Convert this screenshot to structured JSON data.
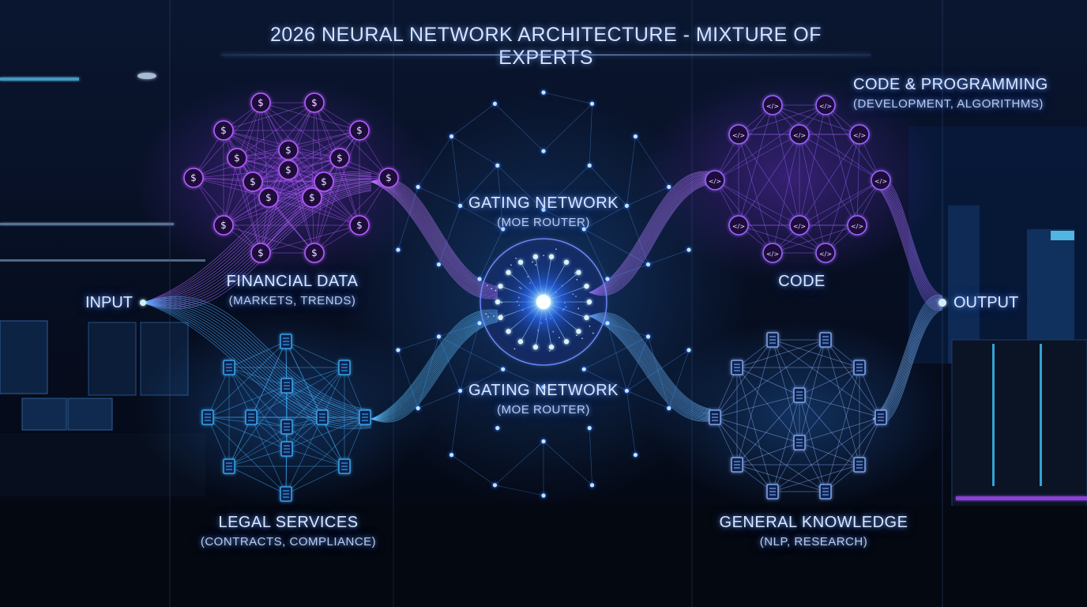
{
  "title": "2026 NEURAL NETWORK ARCHITECTURE - MIXTURE OF EXPERTS",
  "input_label": "INPUT",
  "output_label": "OUTPUT",
  "gating_top": {
    "title": "GATING NETWORK",
    "subtitle": "(MOE ROUTER)"
  },
  "gating_bottom": {
    "title": "GATING NETWORK",
    "subtitle": "(MOE ROUTER)"
  },
  "experts": {
    "financial": {
      "title": "FINANCIAL DATA",
      "subtitle": "(MARKETS, TRENDS)",
      "node_glyph": "$",
      "color": "#b45cff"
    },
    "legal": {
      "title": "LEGAL SERVICES",
      "subtitle": "(CONTRACTS, COMPLIANCE)",
      "node_glyph": "document-icon",
      "color": "#3fb4ff"
    },
    "code": {
      "title": "CODE",
      "header_title": "CODE & PROGRAMMING",
      "header_subtitle": "(DEVELOPMENT, ALGORITHMS)",
      "node_glyph": "</>",
      "color": "#9a63ff"
    },
    "general": {
      "title": "GENERAL KNOWLEDGE",
      "subtitle": "(NLP, RESEARCH)",
      "node_glyph": "document-icon",
      "color": "#8fb6ff"
    }
  },
  "colors": {
    "background": "#050a16",
    "router_core": "#e6f6ff",
    "network_blue": "#3a8dff",
    "network_purple": "#a350ff"
  }
}
